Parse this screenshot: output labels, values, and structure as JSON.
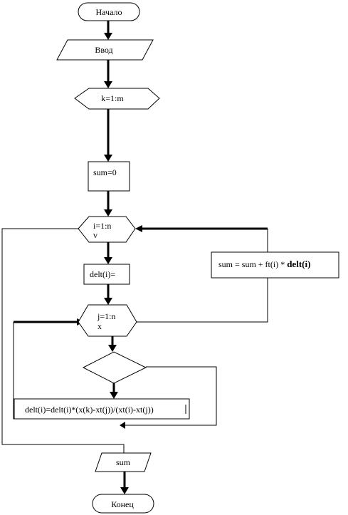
{
  "flowchart": {
    "start_label": "Начало",
    "input_label": "Ввод",
    "loop_k_label": "k=1:m",
    "init_sum_label": "sum=0",
    "loop_i_label": "i=1:n",
    "loop_i_sub": "v",
    "delt_init_label": "delt(i)=",
    "loop_j_label": "j=1:n",
    "loop_j_sub": "x",
    "update_sum_text": "sum = sum + ft(i) * ",
    "update_sum_bold": "delt(i)",
    "delt_calc_label": "delt(i)=delt(i)*(x(k)-xt(j))/(xt(i)-xt(j))",
    "output_label": "sum",
    "end_label": "Конец"
  }
}
